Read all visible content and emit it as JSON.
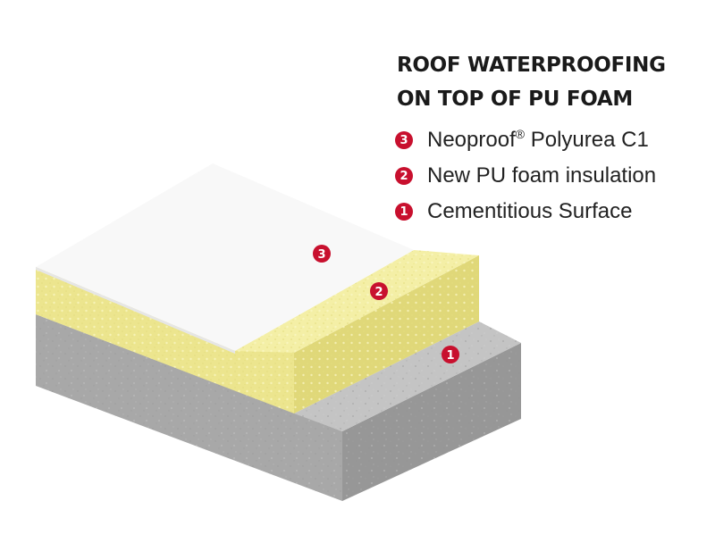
{
  "title": {
    "line1": "ROOF WATERPROOFING",
    "line2": "ON TOP OF PU FOAM"
  },
  "legend": [
    {
      "number": "3",
      "label": "Neoproof",
      "mark": "®",
      "suffix": " Polyurea C1"
    },
    {
      "number": "2",
      "label": "New PU foam insulation",
      "mark": "",
      "suffix": ""
    },
    {
      "number": "1",
      "label": "Cementitious Surface",
      "mark": "",
      "suffix": ""
    }
  ],
  "markers": [
    "3",
    "2",
    "1"
  ],
  "colors": {
    "accent_red": "#c8102e",
    "polyurea_white": "#f7f7f7",
    "foam_yellow": "#f2eda0",
    "concrete_gray": "#b4b4b4"
  }
}
